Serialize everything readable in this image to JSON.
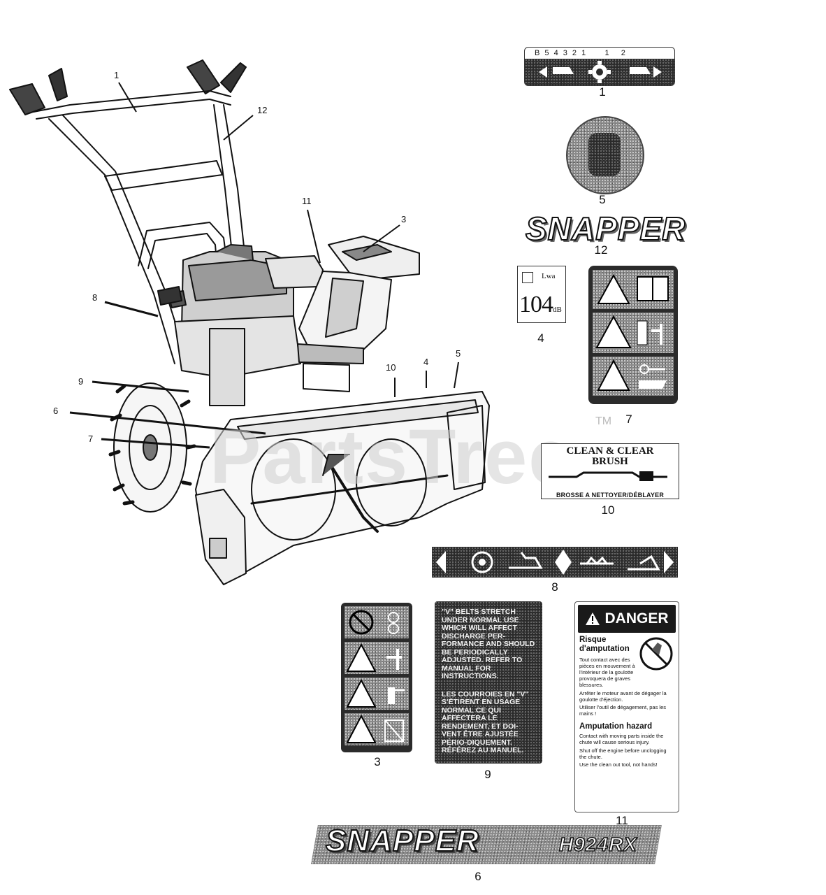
{
  "callouts": {
    "c1": "1",
    "c12": "12",
    "c11": "11",
    "c3": "3",
    "c8": "8",
    "c10": "10",
    "c4": "4",
    "c5": "5",
    "c9": "9",
    "c6": "6",
    "c7": "7"
  },
  "captions": {
    "d1": "1",
    "d5": "5",
    "d12": "12",
    "d4": "4",
    "d7": "7",
    "d10": "10",
    "d8": "8",
    "d3": "3",
    "d9": "9",
    "d11": "11",
    "d6": "6"
  },
  "decal1": {
    "numbers": "B 5 4 3 2 1     1   2"
  },
  "decal12": {
    "logo": "SNAPPER"
  },
  "decal4": {
    "value": "104",
    "unit": "dB",
    "lwa": "Lwa"
  },
  "decal10": {
    "line1": "CLEAN & CLEAR",
    "line2": "BRUSH",
    "footer": "BROSSE A NETTOYER/DÉBLAYER"
  },
  "tm": "TM",
  "watermark": "PartsTree",
  "decal9": {
    "english": "\"V\" BELTS STRETCH UNDER NORMAL USE WHICH WILL AFFECT DISCHARGE PER-FORMANCE AND SHOULD BE PERIODICALLY ADJUSTED. REFER TO MANUAL FOR INSTRUCTIONS.",
    "french": "LES COURROIES EN \"V\" S'ÉTIRENT EN USAGE NORMAL CE QUI AFFECTERA LE RENDEMENT, ET DOI-VENT ÊTRE AJUSTÉE PÉRIO-DIQUEMENT. RÉFÉREZ AU MANUEL."
  },
  "decal11": {
    "header": "DANGER",
    "fr_title": "Risque d'amputation",
    "fr_body": "Tout contact avec des pièces en mouvement à l'intérieur de la goulotte provoquera de graves blessures.",
    "fr_b1": "Arrêter le moteur avant de dégager la goulotte d'éjection.",
    "fr_b2": "Utiliser l'outil de dégagement, pas les mains !",
    "en_title": "Amputation hazard",
    "en_body": "Contact with moving parts inside the chute will cause serious injury.",
    "en_b1": "Shut off the engine before unclogging the chute.",
    "en_b2": "Use the clean out tool, not hands!"
  },
  "decal6": {
    "logo": "SNAPPER",
    "model": "H924RX"
  }
}
